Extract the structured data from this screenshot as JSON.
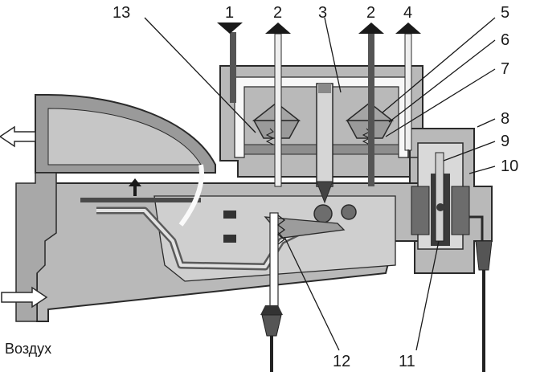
{
  "labels": {
    "n1": "1",
    "n2a": "2",
    "n3": "3",
    "n2b": "2",
    "n4": "4",
    "n5": "5",
    "n6": "6",
    "n7": "7",
    "n8": "8",
    "n9": "9",
    "n10": "10",
    "n11": "11",
    "n12": "12",
    "n13": "13"
  },
  "caption": "Воздух",
  "colors": {
    "body": "#b9b9b9",
    "body_dark": "#8e8e8e",
    "outline": "#2a2a2a",
    "channel_white": "#f7f7f7"
  }
}
